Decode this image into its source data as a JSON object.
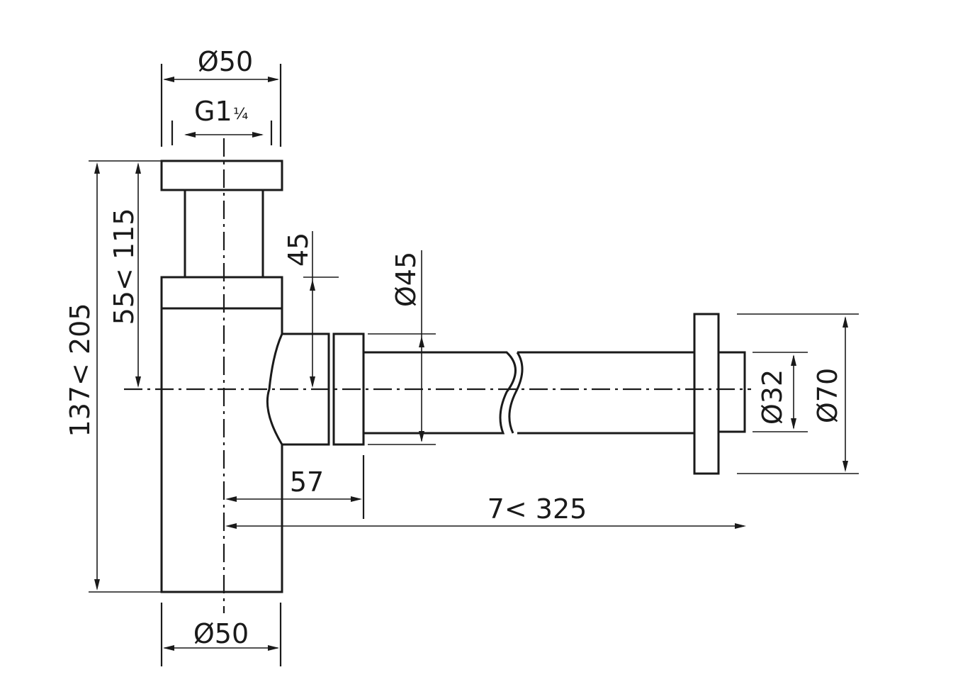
{
  "dimensions": {
    "top_outer_diameter": "Ø50",
    "top_thread": "G1",
    "top_thread_fraction": "¼",
    "bottom_diameter": "Ø50",
    "overall_height": "137< 205",
    "inlet_height": "55< 115",
    "offset_vertical": "45",
    "pipe_diameter": "Ø45",
    "wall_outlet_inner_diameter": "Ø32",
    "wall_rosette_diameter": "Ø70",
    "horizontal_offset": "57",
    "horizontal_length": "7< 325"
  }
}
